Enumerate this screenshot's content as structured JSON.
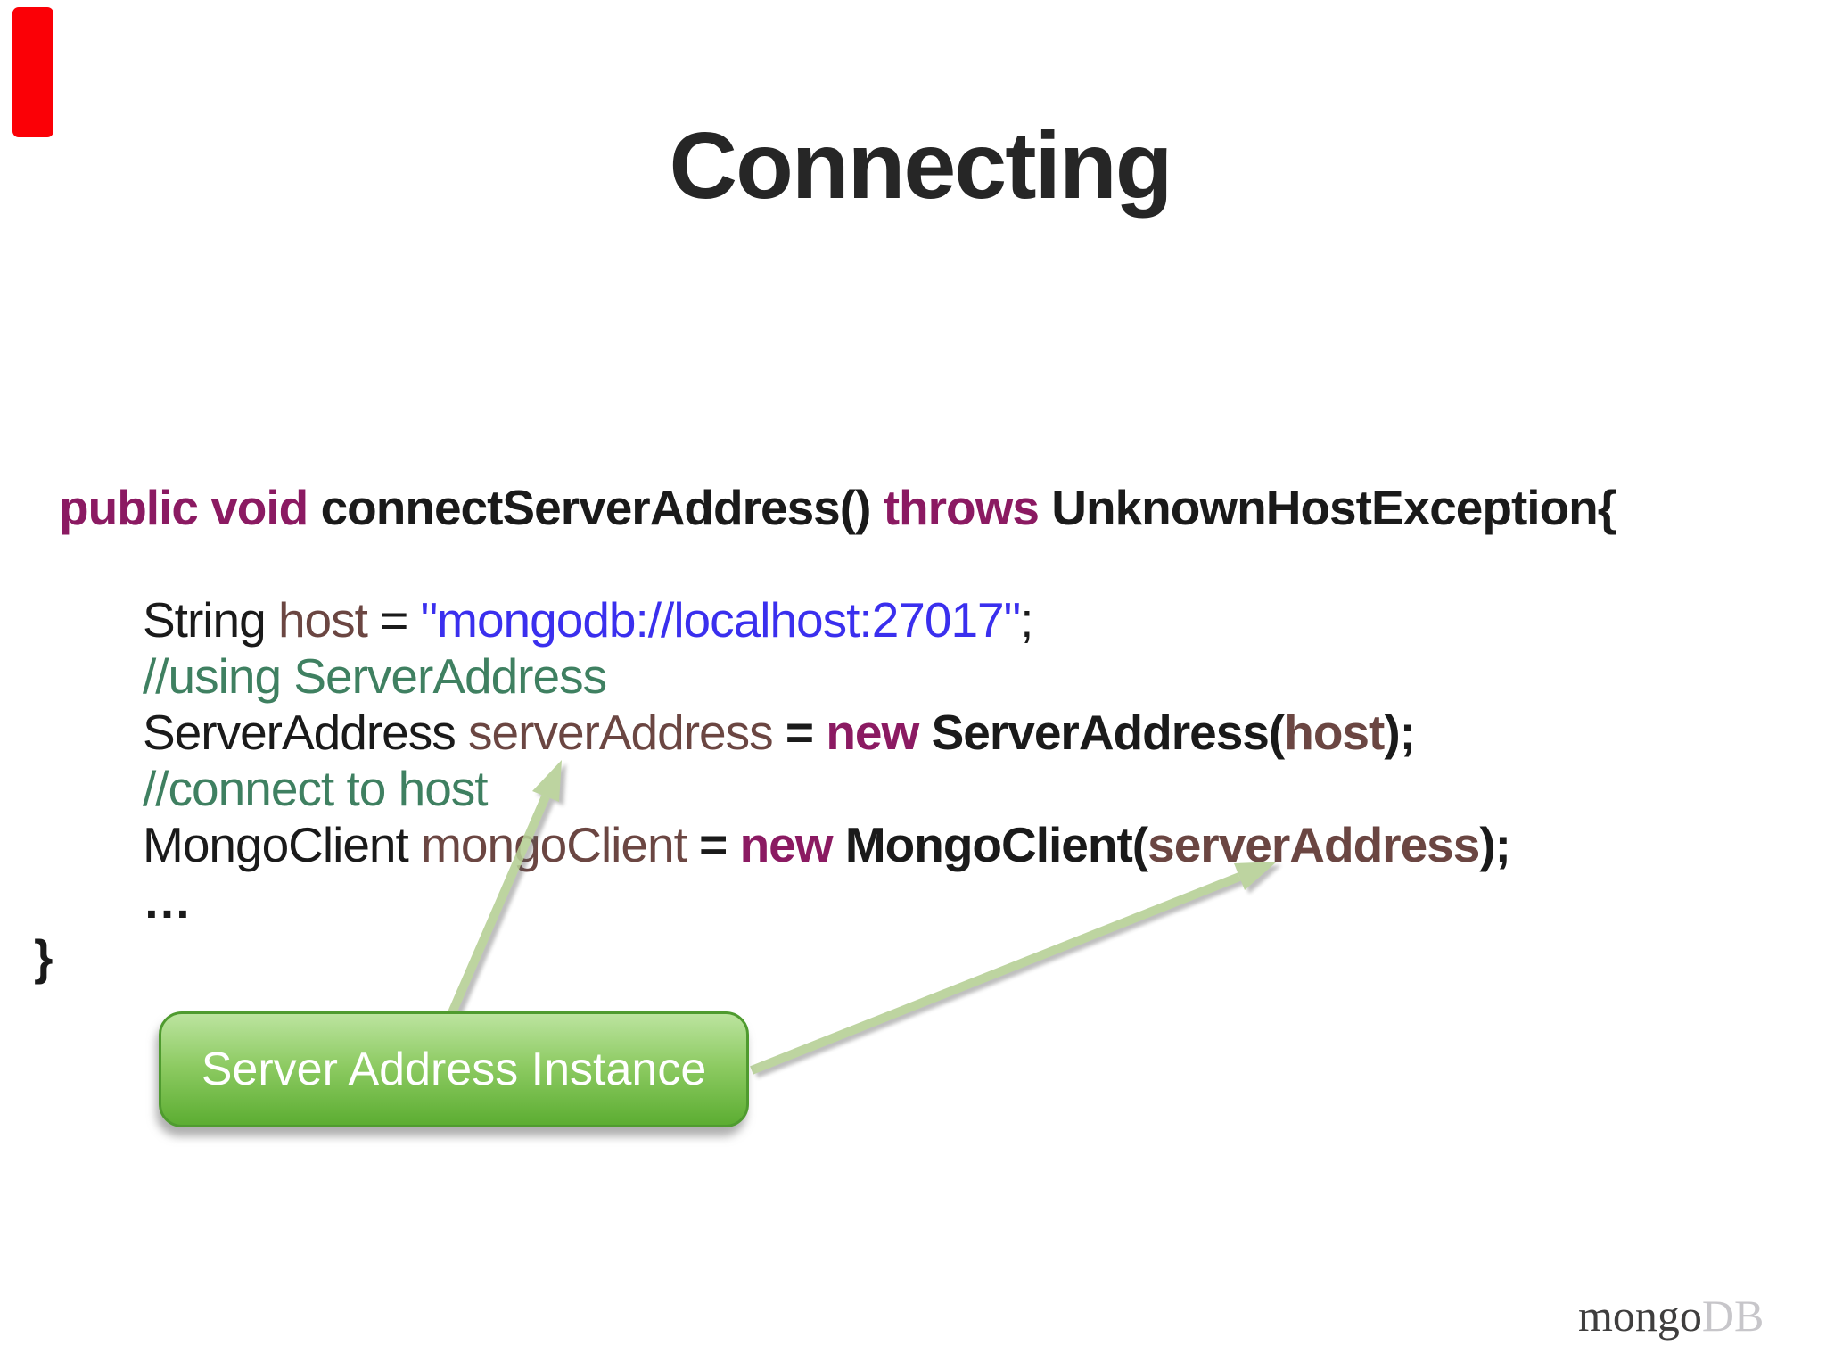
{
  "slide_title": "Connecting",
  "code": {
    "lines": [
      {
        "indent": 1,
        "tokens": [
          [
            "public void ",
            "kw"
          ],
          [
            "connectServerAddress() ",
            "pb"
          ],
          [
            "throws ",
            "kw"
          ],
          [
            "UnknownHostException{",
            "pb"
          ]
        ]
      },
      {
        "indent": 2,
        "tokens": []
      },
      {
        "indent": 2,
        "tokens": [
          [
            "String ",
            "pl"
          ],
          [
            "host ",
            "va"
          ],
          [
            "= ",
            "pl"
          ],
          [
            "\"mongodb://localhost:27017\"",
            "st"
          ],
          [
            ";",
            "pl"
          ]
        ]
      },
      {
        "indent": 2,
        "tokens": [
          [
            "//using ServerAddress",
            "cm"
          ]
        ]
      },
      {
        "indent": 2,
        "tokens": [
          [
            "ServerAddress ",
            "pl"
          ],
          [
            "serverAddress ",
            "va"
          ],
          [
            "= ",
            "pb"
          ],
          [
            "new ",
            "kw"
          ],
          [
            "ServerAddress(",
            "pb"
          ],
          [
            "host",
            "vb"
          ],
          [
            ");",
            "pb"
          ]
        ]
      },
      {
        "indent": 2,
        "tokens": [
          [
            "//connect to host",
            "cm"
          ]
        ]
      },
      {
        "indent": 2,
        "tokens": [
          [
            "MongoClient ",
            "pl"
          ],
          [
            "mongoClient ",
            "va"
          ],
          [
            "= ",
            "pb"
          ],
          [
            "new ",
            "kw"
          ],
          [
            "MongoClient(",
            "pb"
          ],
          [
            "serverAddress",
            "vb"
          ],
          [
            ");",
            "pb"
          ]
        ]
      },
      {
        "indent": 2,
        "tokens": [
          [
            "…",
            "pb"
          ]
        ]
      },
      {
        "indent": 0,
        "tokens": [
          [
            "}",
            "pb"
          ]
        ]
      }
    ]
  },
  "callout": {
    "label": "Server Address Instance"
  },
  "logo": {
    "prefix": "mongo",
    "suffix": "DB"
  },
  "colors": {
    "title": "#262626",
    "kw": "#8b1a62",
    "pl": "#1a1a1a",
    "va": "#6b4642",
    "st": "#3a2fee",
    "cm": "#3f8061",
    "co_border": "#4f9b2f",
    "co_top": "#bce49f",
    "co_mid": "#8cca61",
    "co_bot": "#5cad32",
    "arrow": "#b5cf94",
    "ribbon": "#fb0006",
    "logo_dark": "#3f3e3e",
    "logo_light": "#c7c6ca"
  }
}
